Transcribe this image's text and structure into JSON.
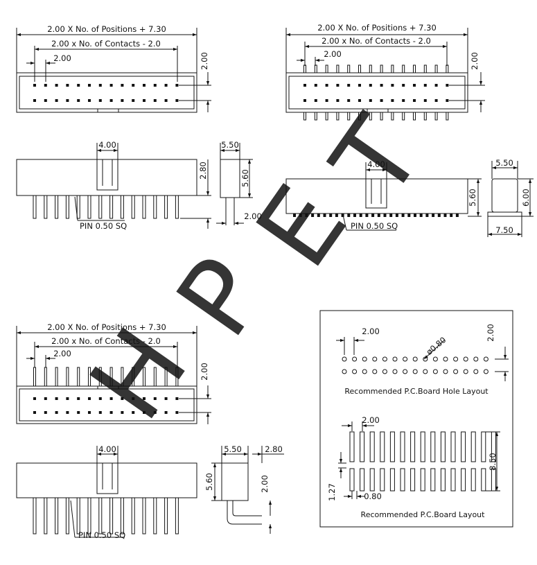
{
  "watermark": "HPET",
  "top_left": {
    "overall": "2.00 X No. of Positions + 7.30",
    "contacts": "2.00 x No. of Contacts - 2.0",
    "pitch": "2.00",
    "row_pitch": "2.00"
  },
  "top_right": {
    "overall": "2.00 X No. of Positions + 7.30",
    "contacts": "2.00 x No. of Contacts - 2.0",
    "pitch": "2.00",
    "row_pitch": "2.00"
  },
  "side_dip": {
    "key_width": "4.00",
    "body_height": "2.80",
    "pin": "PIN 0.50 SQ",
    "end_width": "5.50",
    "end_height": "5.60",
    "pin_pitch": "2.00"
  },
  "side_smt": {
    "key_width": "4.00",
    "body_height": "5.60",
    "pin": "PIN 0.50 SQ",
    "end_width": "5.50",
    "end_height": "6.00",
    "foot_width": "7.50"
  },
  "bottom_left": {
    "overall": "2.00 X No. of Positions + 7.30",
    "contacts": "2.00 x No. of Contacts - 2.0",
    "pitch": "2.00",
    "row_pitch": "2.00"
  },
  "side_ra": {
    "key_width": "4.00",
    "pin": "PIN 0.50 SQ",
    "end_width": "5.50",
    "offset": "2.80",
    "end_height": "5.60",
    "row_pitch": "2.00"
  },
  "pcb_hole": {
    "pitch": "2.00",
    "row_pitch": "2.00",
    "diameter": "ø0.80",
    "caption": "Recommended P.C.Board Hole Layout"
  },
  "pcb_pad": {
    "pitch": "2.00",
    "span": "8.50",
    "pad_height": "1.27",
    "pad_width": "0.80",
    "caption": "Recommended P.C.Board Layout"
  }
}
